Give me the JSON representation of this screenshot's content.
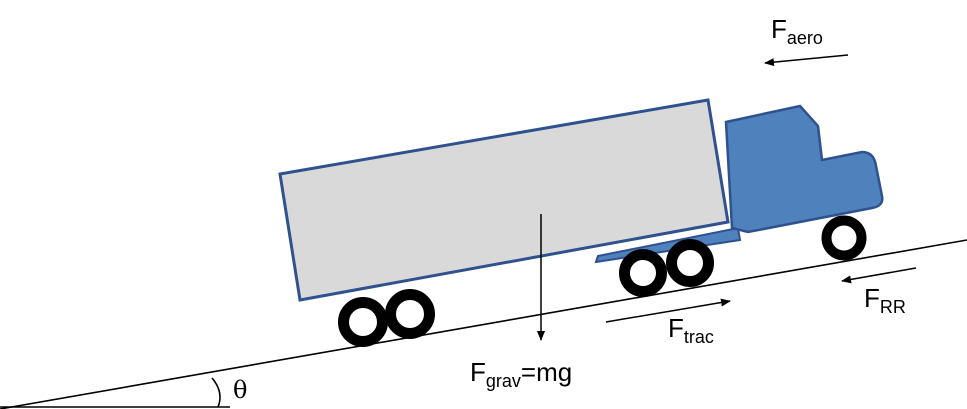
{
  "forces": {
    "aero": {
      "main": "F",
      "sub": "aero"
    },
    "rolling": {
      "main": "F",
      "sub": "RR"
    },
    "traction": {
      "main": "F",
      "sub": "trac"
    },
    "gravity": {
      "main": "F",
      "sub": "grav",
      "suffix": "=mg"
    }
  },
  "angle": {
    "symbol": "θ"
  },
  "colors": {
    "trailer_fill": "#d9d9d9",
    "cab_fill": "#4f81bd",
    "outline": "#2f528f",
    "wheel": "#000000"
  }
}
